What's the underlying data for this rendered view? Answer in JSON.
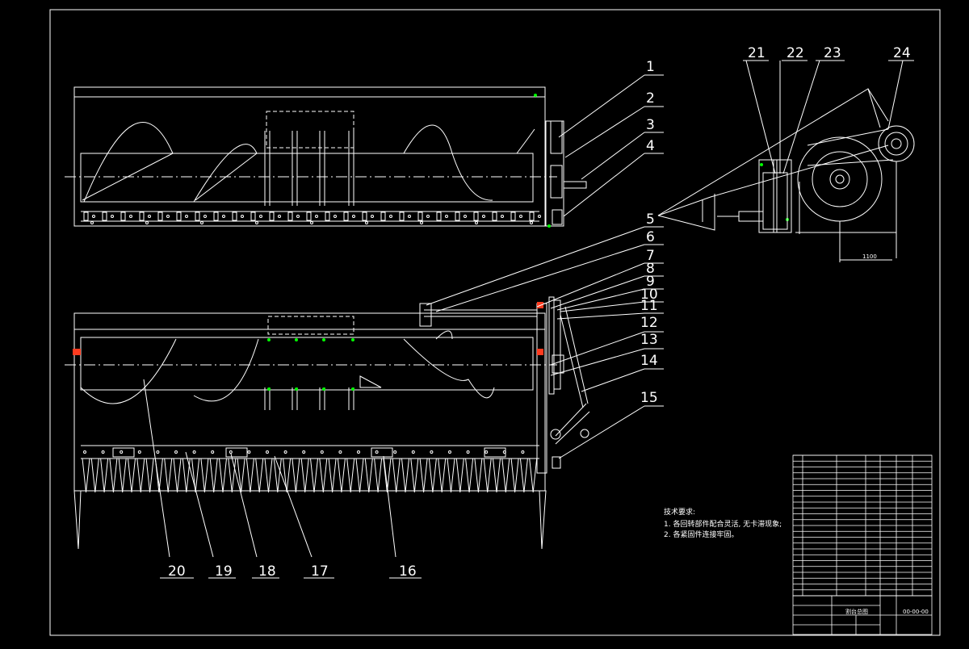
{
  "drawing": {
    "colors": {
      "background": "#000000",
      "lines": "#ffffff",
      "accent_green": "#00ff00",
      "accent_red": "#ff3b1f"
    },
    "callouts_right_column": [
      "1",
      "2",
      "3",
      "4",
      "5",
      "6",
      "7",
      "8",
      "9",
      "10",
      "11",
      "12",
      "13",
      "14",
      "15"
    ],
    "callouts_bottom_row": [
      "20",
      "19",
      "18",
      "17",
      "16"
    ],
    "callouts_side_view": [
      "21",
      "22",
      "23",
      "24"
    ],
    "technical_notes": {
      "title": "技术要求:",
      "items": [
        "1. 各回转部件配合灵活, 无卡滞现象;",
        "2. 各紧固件连接牢固。"
      ]
    },
    "side_view_dimension": "1100",
    "title_block": {
      "drawing_name": "割台总图",
      "drawing_number": "00-00-00"
    }
  }
}
